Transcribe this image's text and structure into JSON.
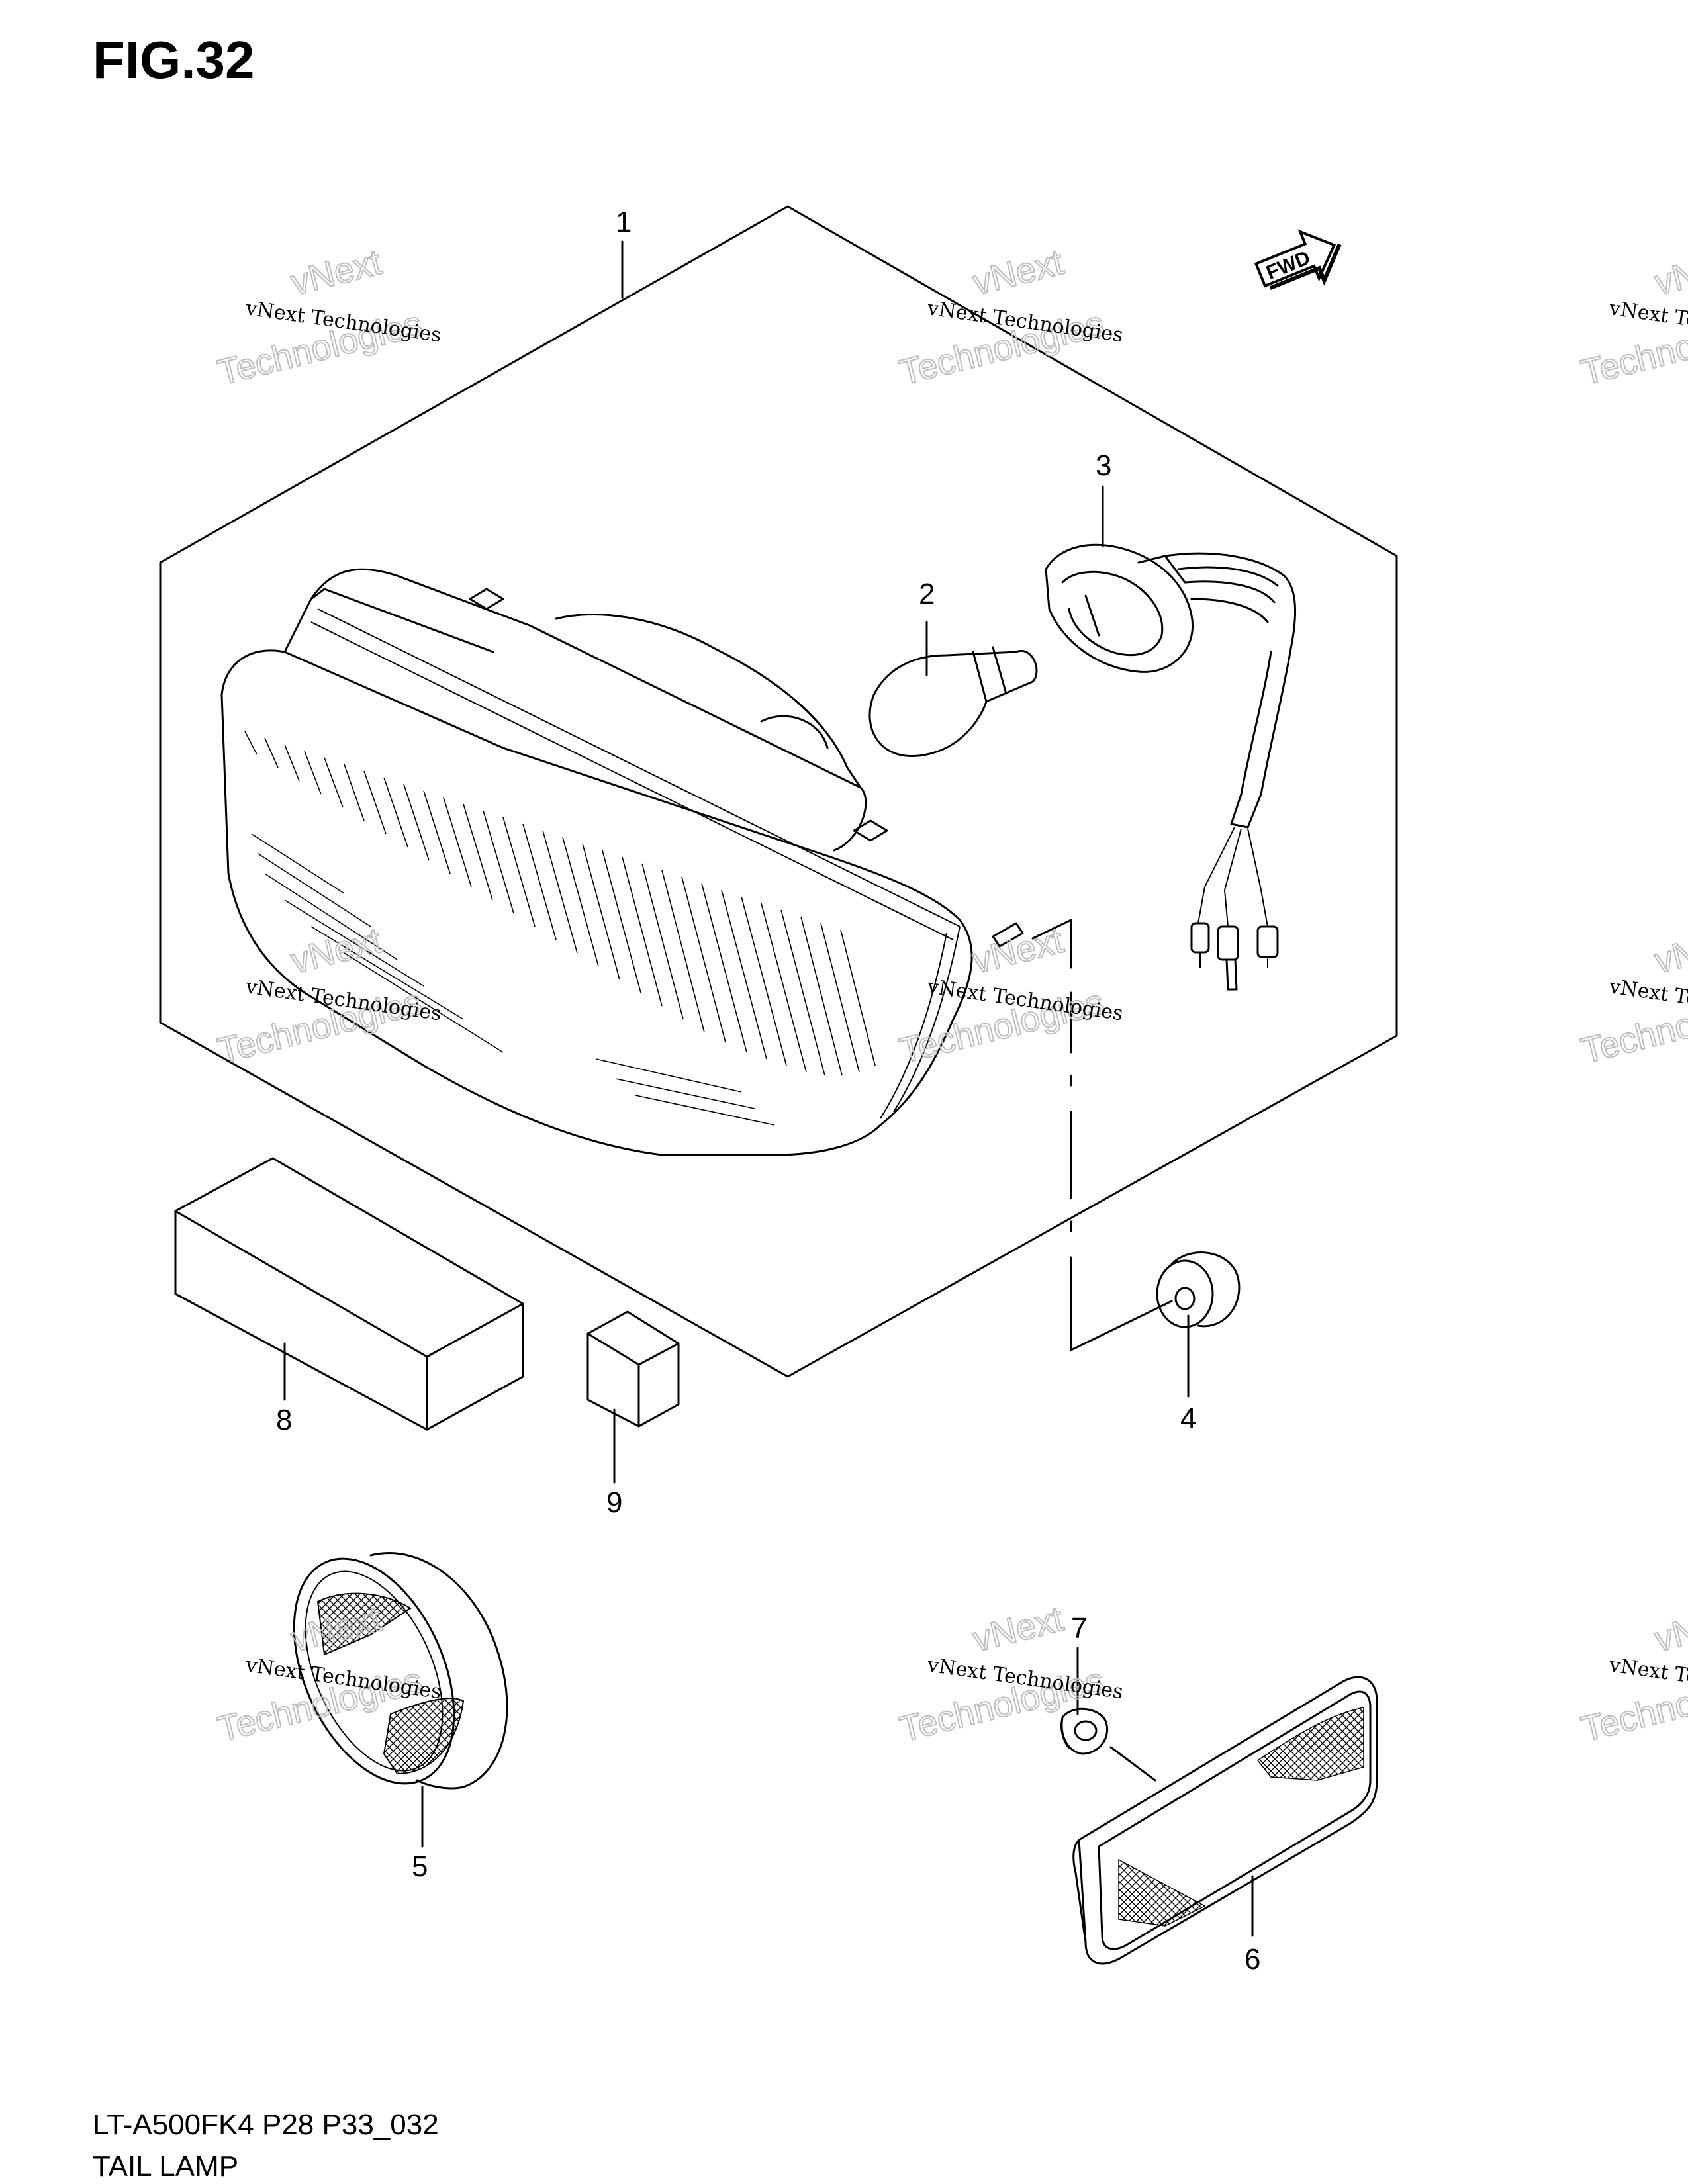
{
  "figure": {
    "title": "FIG.32"
  },
  "direction_marker": {
    "label": "FWD",
    "icon": "forward-arrow-icon"
  },
  "parts": [
    {
      "ref": "1"
    },
    {
      "ref": "2"
    },
    {
      "ref": "3"
    },
    {
      "ref": "4"
    },
    {
      "ref": "5"
    },
    {
      "ref": "6"
    },
    {
      "ref": "7"
    },
    {
      "ref": "8"
    },
    {
      "ref": "9"
    }
  ],
  "watermark": {
    "line1": "vNext Technologies",
    "line2": "vNext",
    "line3": "Technologies"
  },
  "footer": {
    "code": "LT-A500FK4 P28 P33_032",
    "caption": "TAIL LAMP"
  }
}
